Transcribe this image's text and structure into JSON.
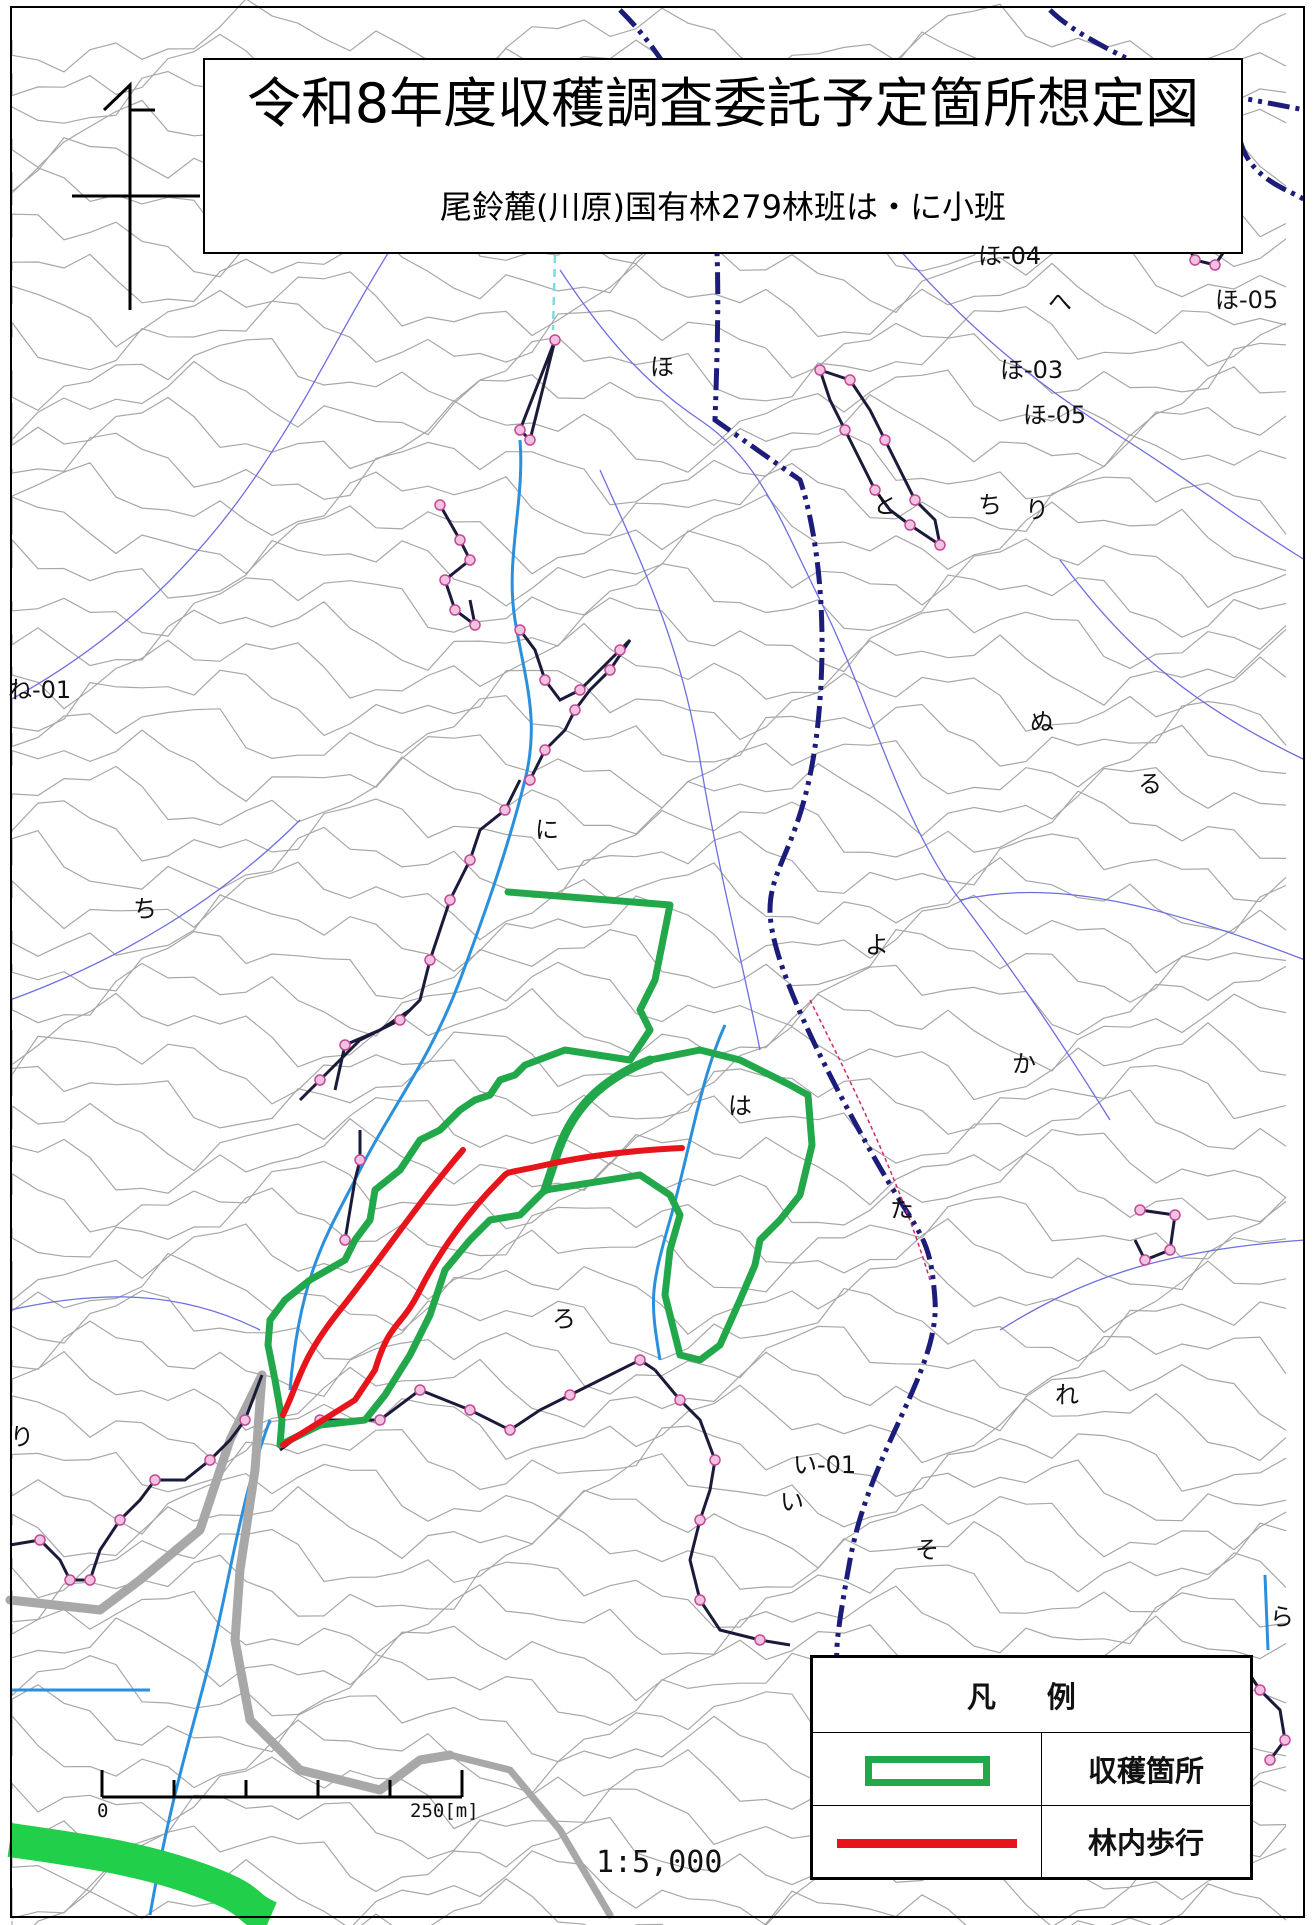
{
  "title": "令和8年度収穫調査委託予定箇所想定図",
  "subtitle": "尾鈴麓(川原)国有林279林班は・に小班",
  "scale": "1:5,000",
  "scalebar": {
    "start": "0",
    "end": "250[m]"
  },
  "legend": {
    "header": "凡 例",
    "items": [
      {
        "label": "収穫箇所",
        "color": "#22a84a"
      },
      {
        "label": "林内歩行",
        "color": "#e8141c"
      }
    ]
  },
  "compartment_labels": [
    "ほ",
    "へ",
    "ほ-03",
    "ほ-05",
    "ほ-05",
    "ほ-04",
    "と",
    "ち",
    "り",
    "ぬ",
    "る",
    "よ",
    "か",
    "は",
    "た",
    "ろ",
    "れ",
    "い-01",
    "い",
    "そ",
    "ら",
    "ち",
    "に",
    "ね-01",
    "り"
  ],
  "colors": {
    "harvest_area": "#22a84a",
    "forest_walk": "#e8141c",
    "boundary": "#1c1c7a",
    "stream": "#2a8fdc",
    "road": "#a8a8a8",
    "contour": "#8a8a8a",
    "subcompartment_line": "#6d6ee0",
    "survey_point": "#e07ab8"
  },
  "north_arrow": "north-arrow-icon"
}
